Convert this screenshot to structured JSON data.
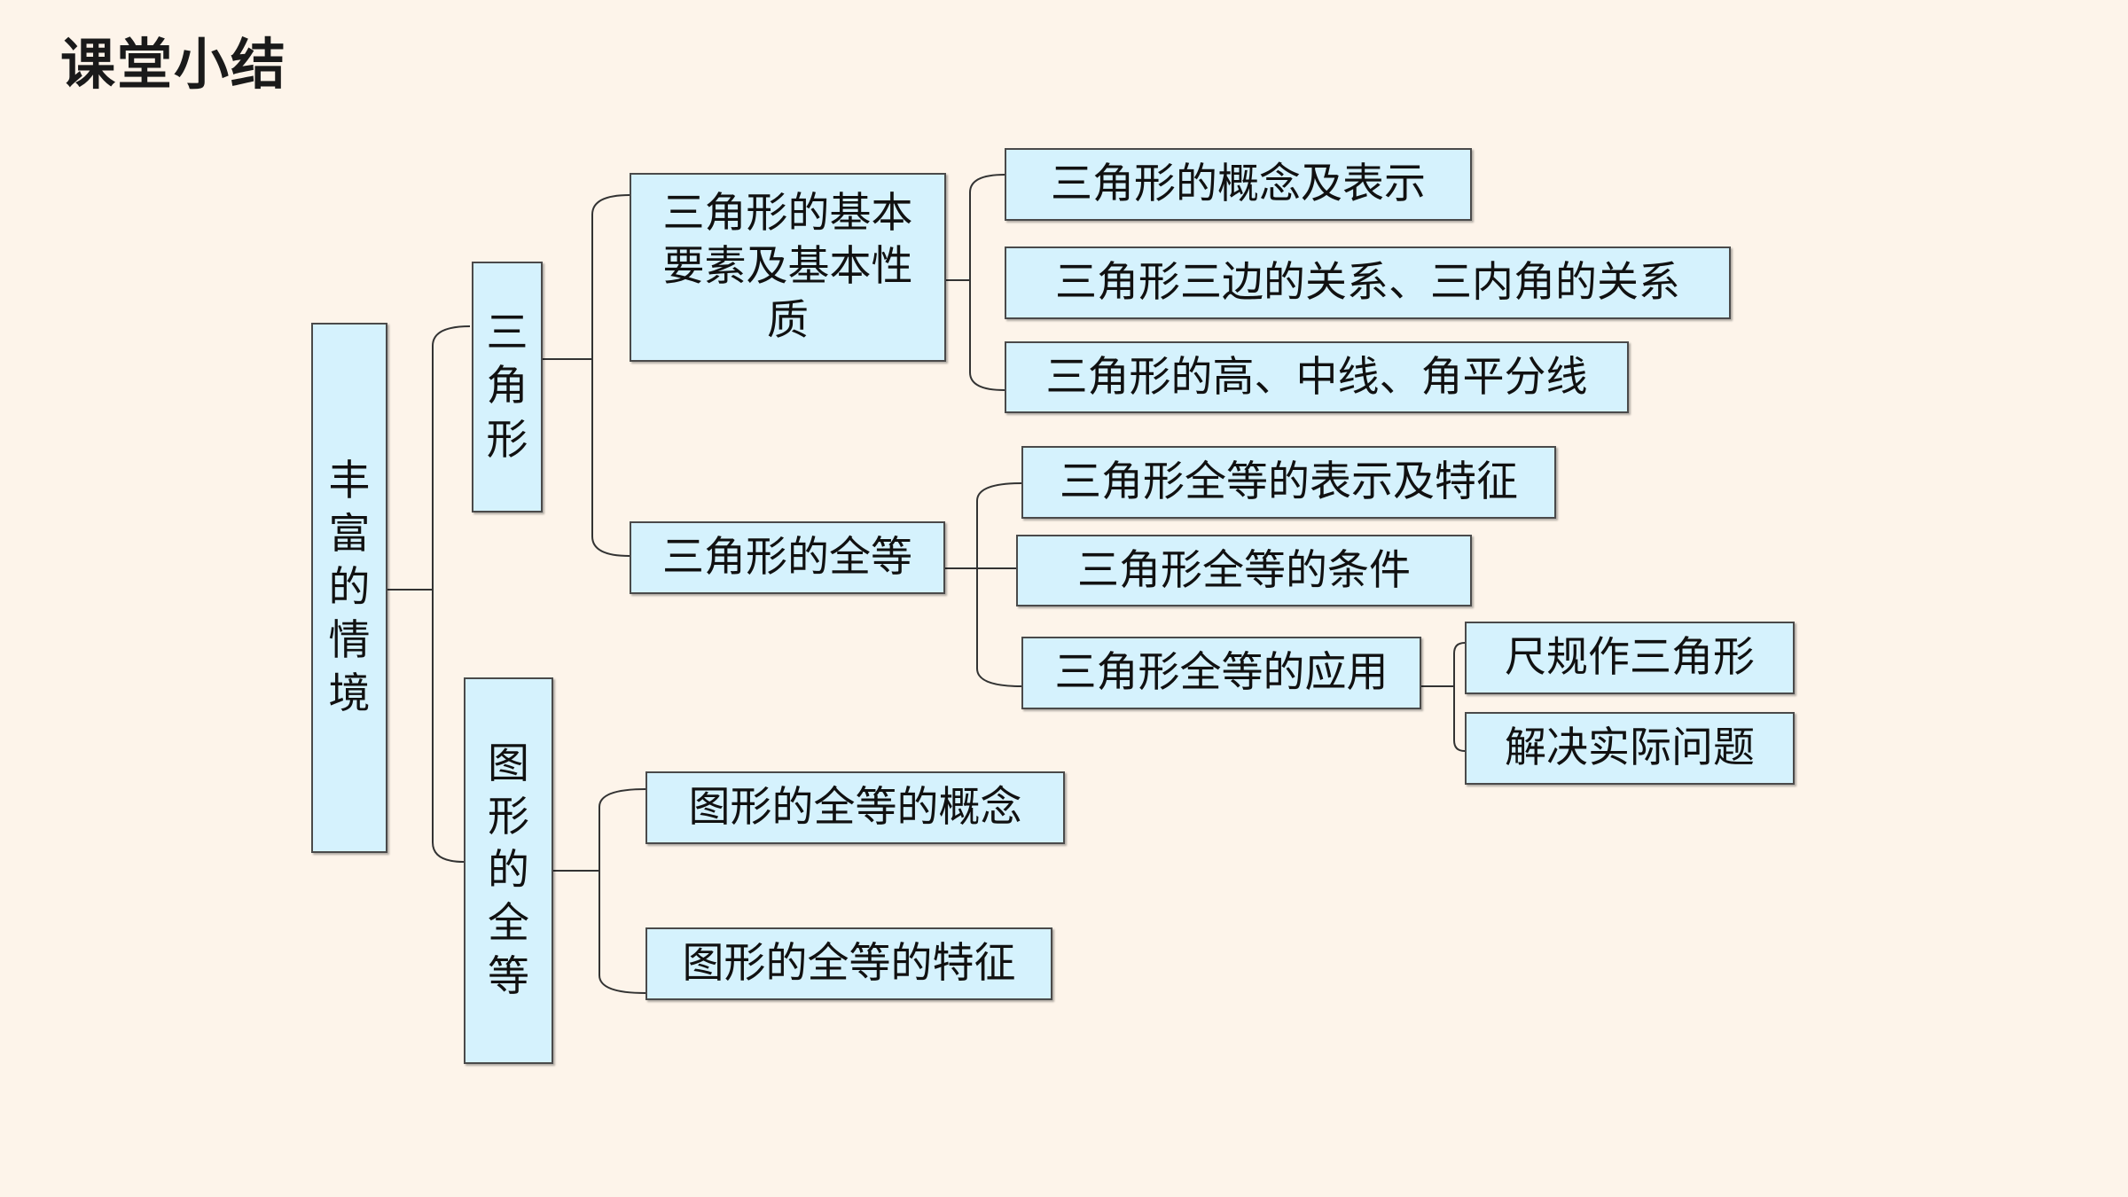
{
  "title": "课堂小结",
  "colors": {
    "background": "#fdf4ea",
    "node_fill": "#d5f2fd",
    "node_border": "#4a4a4a",
    "line": "#333333"
  },
  "nodes": {
    "root": "丰富的情境",
    "triangle": "三角形",
    "figure_congruence": "图形的全等",
    "basic_elements": "三角形的基本要素及基本性质",
    "concept_repr": "三角形的概念及表示",
    "side_angle_relation": "三角形三边的关系、三内角的关系",
    "altitude_median_bisector": "三角形的高、中线、角平分线",
    "triangle_congruence": "三角形的全等",
    "congruence_repr_features": "三角形全等的表示及特征",
    "congruence_conditions": "三角形全等的条件",
    "congruence_application": "三角形全等的应用",
    "ruler_compass": "尺规作三角形",
    "solve_problems": "解决实际问题",
    "figure_concept": "图形的全等的概念",
    "figure_features": "图形的全等的特征"
  }
}
